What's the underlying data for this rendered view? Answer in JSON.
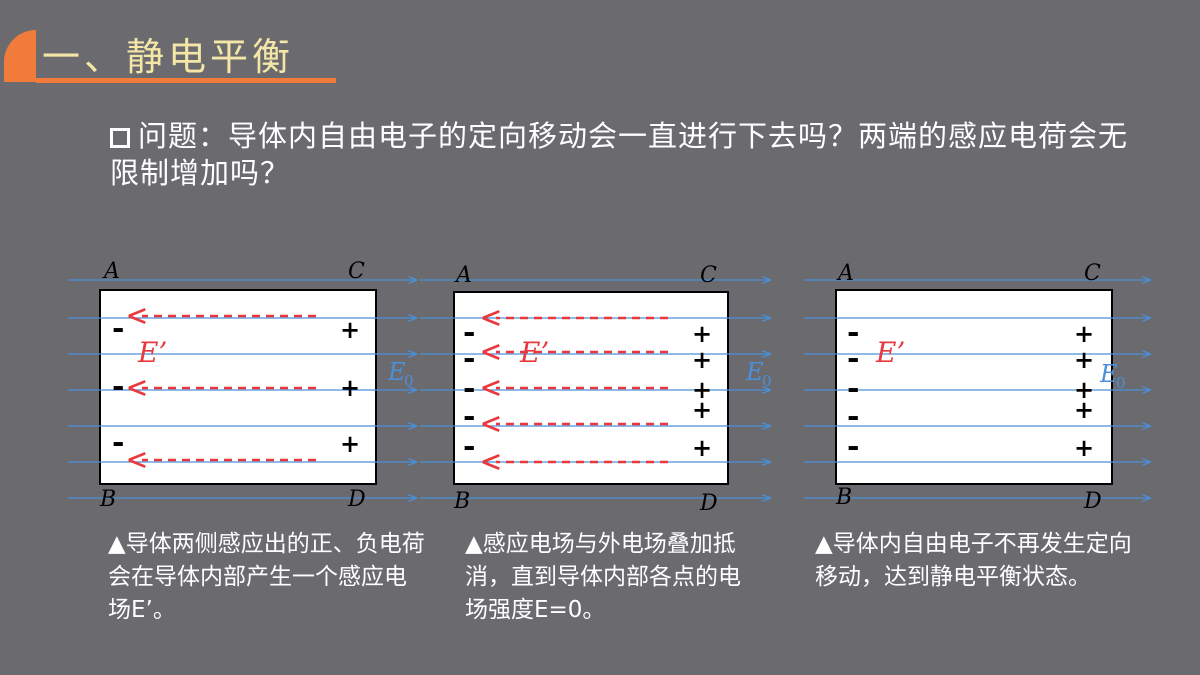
{
  "title": "一、静电平衡",
  "question": "问题：导体内自由电子的定向移动会一直进行下去吗？两端的感应电荷会无限制增加吗？",
  "captions": [
    "▲导体两侧感应出的正、负电荷会在导体内部产生一个感应电场E’。",
    "▲感应电场与外电场叠加抵消，直到导体内部各点的电场强度E=0。",
    "▲导体内自由电子不再发生定向移动，达到静电平衡状态。"
  ],
  "labels": {
    "A": "A",
    "B": "B",
    "C": "C",
    "D": "D",
    "E_prime": "E’",
    "E0_base": "E",
    "E0_sub": "0",
    "minus": "-",
    "plus": "+"
  },
  "colors": {
    "background": "#6b6b6f",
    "accent": "#f07b3a",
    "title_text": "#f3e6a6",
    "field_line": "#4a90d9",
    "induced_field": "#e8383d",
    "conductor_fill": "#ffffff"
  }
}
